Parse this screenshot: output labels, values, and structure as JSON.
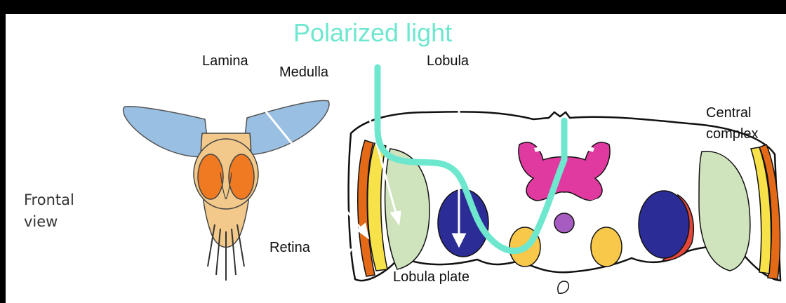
{
  "title": "Polarized light",
  "view_label": [
    "Frontal",
    "view"
  ],
  "labels": {
    "lamina": "Lamina",
    "medulla": "Medulla",
    "lobula": "Lobula",
    "central_complex": [
      "Central",
      "complex"
    ],
    "retina": "Retina",
    "lobula_plate": "Lobula plate"
  },
  "colors": {
    "background": "#000000",
    "panel": "#ffffff",
    "polarized_light": "#6ee7cf",
    "retina": "#e46a18",
    "lamina": "#f7e24a",
    "medulla": "#cfe3bd",
    "lobula": "#2c2c96",
    "lobula_plate": "#e2453a",
    "central_complex": "#e03aa0",
    "fly_wing": "#8fb9e0",
    "fly_eye": "#f07a22",
    "fly_body": "#f2c98a"
  }
}
